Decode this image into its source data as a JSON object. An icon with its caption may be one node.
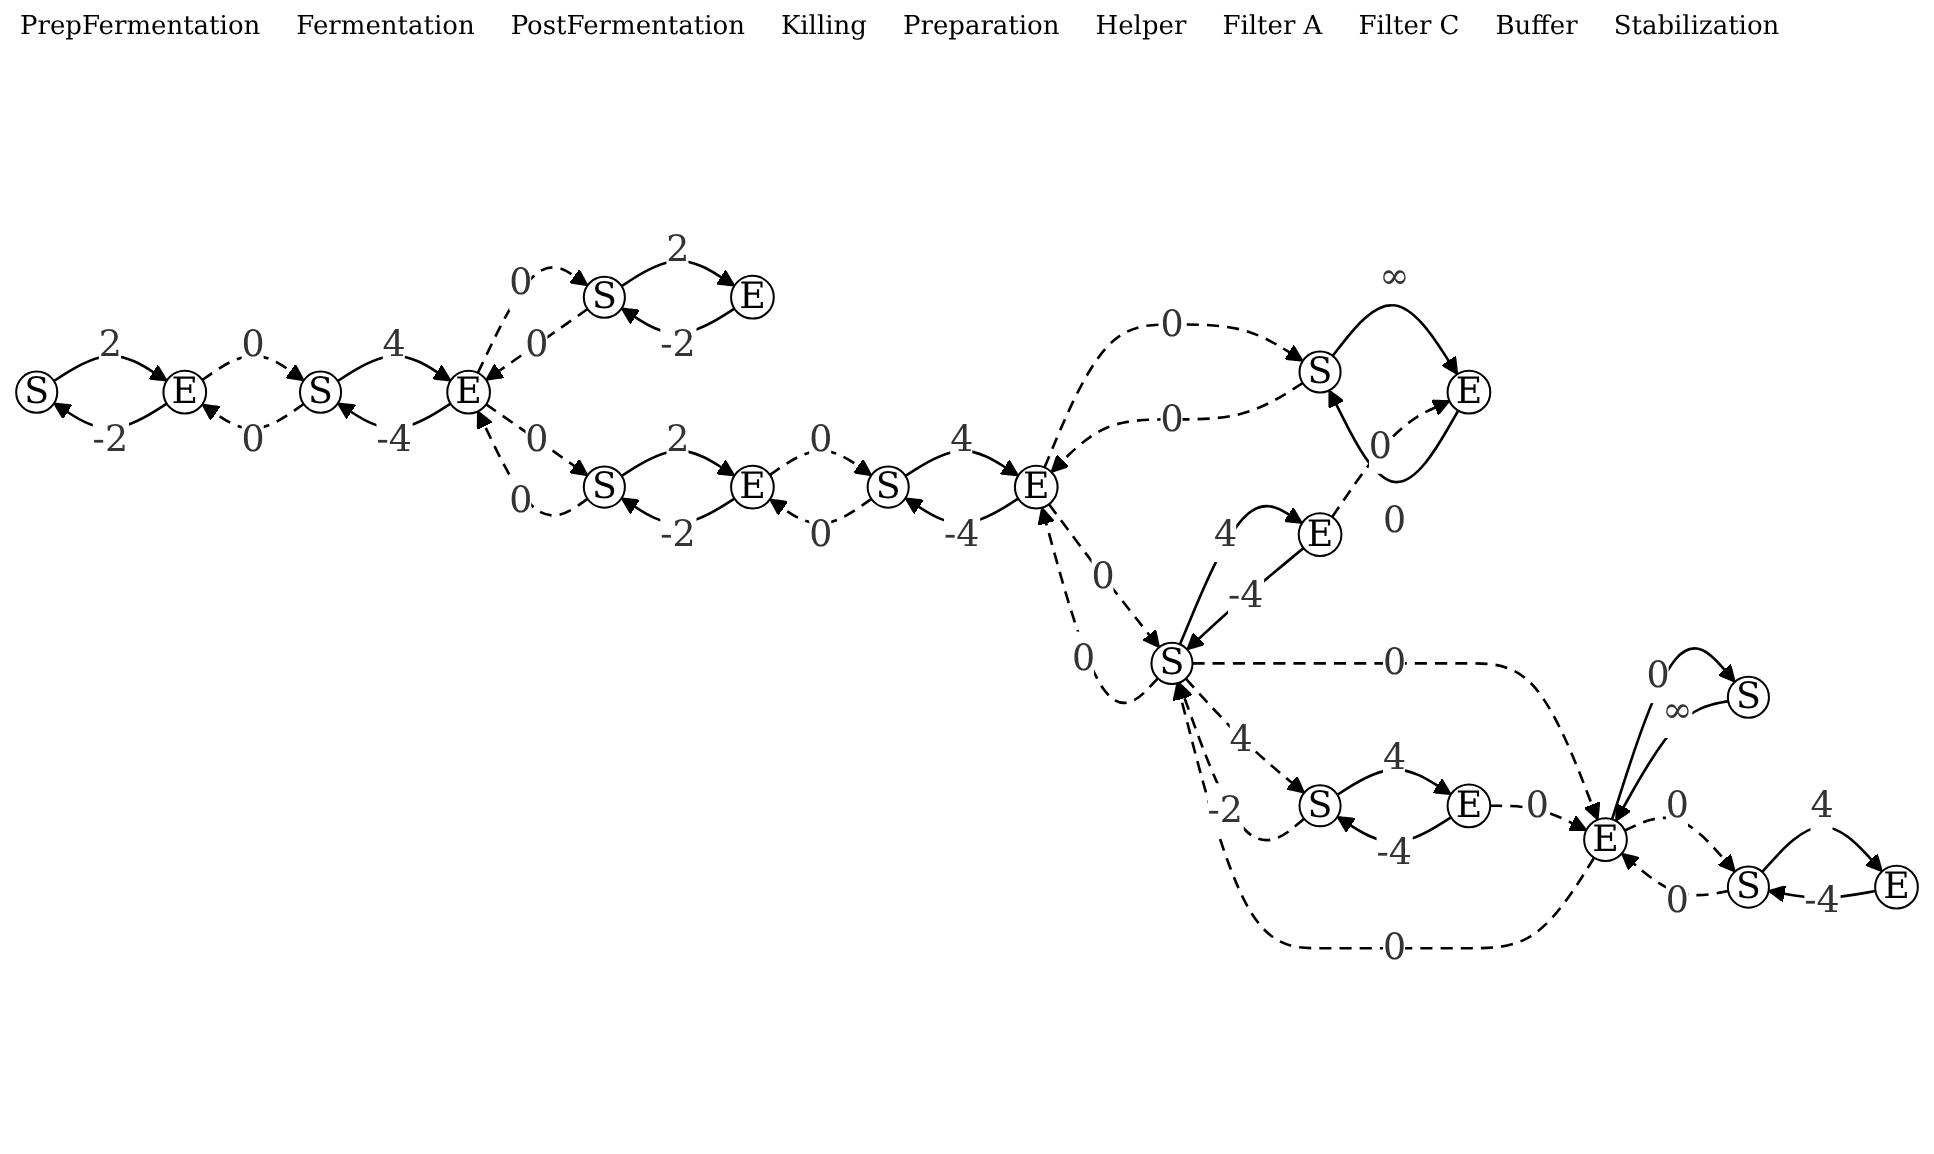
{
  "diagram": {
    "nodes": [
      {
        "text": [
          "S"
        ]
      },
      {
        "text": [
          "E"
        ]
      },
      {
        "text": [
          "S"
        ]
      },
      {
        "text": [
          "E"
        ]
      },
      {
        "text": [
          "S"
        ]
      },
      {
        "text": [
          "E"
        ]
      },
      {
        "text": [
          "S"
        ]
      },
      {
        "text": [
          "E"
        ]
      },
      {
        "text": [
          "S"
        ]
      },
      {
        "text": [
          "E"
        ]
      },
      {
        "text": [
          "S"
        ]
      },
      {
        "text": [
          "E"
        ]
      },
      {
        "text": [
          "S"
        ]
      },
      {
        "text": [
          "E"
        ]
      },
      {
        "text": [
          "S"
        ]
      },
      {
        "text": [
          "E"
        ]
      },
      {
        "text": [
          "S"
        ]
      },
      {
        "text": [
          "E"
        ]
      },
      {
        "text": [
          "S"
        ]
      },
      {
        "text": [
          "E"
        ]
      }
    ],
    "edges": [
      {
        "from": 0,
        "to": 1,
        "arrow": "to",
        "label": "2"
      },
      {
        "from": 1,
        "to": 0,
        "arrow": "to",
        "label": "-2"
      },
      {
        "from": 2,
        "to": 3,
        "arrow": "to",
        "label": "4"
      },
      {
        "from": 3,
        "to": 2,
        "arrow": "to",
        "label": "-4"
      },
      {
        "from": 4,
        "to": 5,
        "arrow": "to",
        "label": "2"
      },
      {
        "from": 5,
        "to": 4,
        "arrow": "to",
        "label": "-2"
      },
      {
        "from": 6,
        "to": 7,
        "arrow": "to",
        "label": "2"
      },
      {
        "from": 7,
        "to": 6,
        "arrow": "to",
        "label": "-2"
      },
      {
        "from": 8,
        "to": 9,
        "arrow": "to",
        "label": "4"
      },
      {
        "from": 9,
        "to": 8,
        "arrow": "to",
        "label": "-4"
      },
      {
        "from": 10,
        "to": 11,
        "arrow": "to",
        "label": "∞"
      },
      {
        "from": 11,
        "to": 10,
        "arrow": "to",
        "label": "0"
      },
      {
        "from": 12,
        "to": 13,
        "arrow": "to",
        "label": "4"
      },
      {
        "from": 13,
        "to": 12,
        "arrow": "to",
        "label": "-4"
      },
      {
        "from": 14,
        "to": 15,
        "arrow": "to",
        "label": "4"
      },
      {
        "from": 15,
        "to": 14,
        "arrow": "to",
        "label": "-4"
      },
      {
        "from": 16,
        "to": 17,
        "arrow": "to",
        "label": "∞"
      },
      {
        "from": 17,
        "to": 16,
        "arrow": "to",
        "label": "0"
      },
      {
        "from": 18,
        "to": 19,
        "arrow": "to",
        "label": "4"
      },
      {
        "from": 19,
        "to": 18,
        "arrow": "to",
        "label": "-4"
      },
      {
        "from": 1,
        "to": 2,
        "arrow": "to",
        "label": "0",
        "style": "dashed"
      },
      {
        "from": 2,
        "to": 1,
        "arrow": "to",
        "label": "0",
        "style": "dashed"
      },
      {
        "from": 3,
        "to": 4,
        "arrow": "to",
        "label": "0",
        "style": "dashed"
      },
      {
        "from": 4,
        "to": 3,
        "arrow": "to",
        "label": "0",
        "style": "dashed"
      },
      {
        "from": 3,
        "to": 6,
        "arrow": "to",
        "label": "0",
        "style": "dashed"
      },
      {
        "from": 6,
        "to": 3,
        "arrow": "to",
        "label": "0",
        "style": "dashed"
      },
      {
        "from": 7,
        "to": 8,
        "arrow": "to",
        "label": "0",
        "style": "dashed"
      },
      {
        "from": 8,
        "to": 7,
        "arrow": "to",
        "label": "0",
        "style": "dashed"
      },
      {
        "from": 9,
        "to": 10,
        "arrow": "to",
        "label": "0",
        "style": "dashed"
      },
      {
        "from": 10,
        "to": 9,
        "arrow": "to",
        "label": "0",
        "style": "dashed"
      },
      {
        "from": 9,
        "to": 12,
        "arrow": "to",
        "label": "0",
        "style": "dashed"
      },
      {
        "from": 12,
        "to": 9,
        "arrow": "to",
        "label": "0",
        "style": "dashed"
      },
      {
        "from": 13,
        "to": 11,
        "arrow": "to",
        "label": "0",
        "style": "dashed"
      },
      {
        "from": 12,
        "to": 14,
        "arrow": "to",
        "label": "4",
        "style": "dashed"
      },
      {
        "from": 14,
        "to": 12,
        "arrow": "to",
        "label": "-2",
        "style": "dashed"
      },
      {
        "from": 12,
        "to": 17,
        "arrow": "to",
        "label": "0",
        "style": "dashed"
      },
      {
        "from": 17,
        "to": 12,
        "arrow": "to",
        "label": "0",
        "style": "dashed"
      },
      {
        "from": 15,
        "to": 17,
        "arrow": "to",
        "label": "0",
        "style": "dashed"
      },
      {
        "from": 17,
        "to": 18,
        "arrow": "to",
        "label": "0",
        "style": "dashed"
      },
      {
        "from": 18,
        "to": 17,
        "arrow": "to",
        "label": "0",
        "style": "dashed"
      }
    ],
    "labels": [
      "PrepFermentation",
      "Fermentation",
      "PostFermentation",
      "Killing",
      "Preparation",
      "Helper",
      "Filter A",
      "Filter C",
      "Buffer",
      "Stabilization"
    ]
  }
}
